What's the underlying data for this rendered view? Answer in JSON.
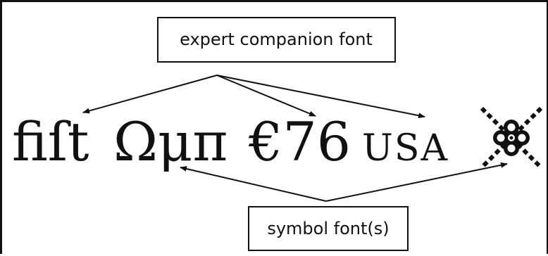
{
  "labels": {
    "expert": "expert companion font",
    "symbol": "symbol font(s)"
  },
  "samples": {
    "ligatures": "fiſt",
    "greek": "Ωμπ",
    "figures": "€76",
    "small_caps": "USA"
  },
  "ornament_icon": "fleuron-ornament"
}
